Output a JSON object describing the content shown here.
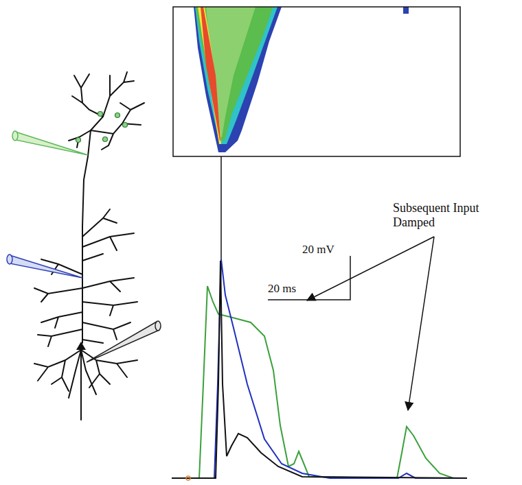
{
  "diagram": {
    "labels": [
      "20 mV",
      "20 ms",
      "Subsequent Input Damped"
    ]
  }
}
